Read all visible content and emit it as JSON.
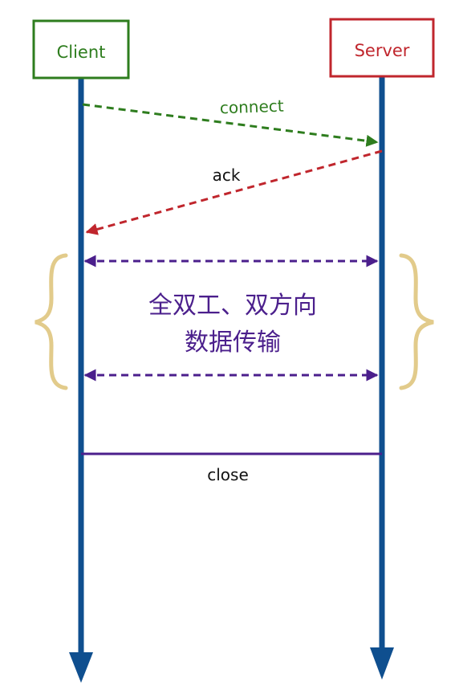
{
  "participants": {
    "client": {
      "label": "Client",
      "color": "#2e7d1e"
    },
    "server": {
      "label": "Server",
      "color": "#c0262d"
    }
  },
  "lifeline_color": "#0f4f8f",
  "messages": {
    "connect": {
      "label": "connect",
      "color": "#2e7d1e"
    },
    "ack": {
      "label": "ack",
      "color": "#c0262d"
    },
    "duplex": {
      "line1": "全双工、双方向",
      "line2": "数据传输",
      "color": "#4b1f8c"
    },
    "close": {
      "label": "close",
      "color": "#4b1f8c"
    }
  },
  "brace_color": "#e2cb8b"
}
